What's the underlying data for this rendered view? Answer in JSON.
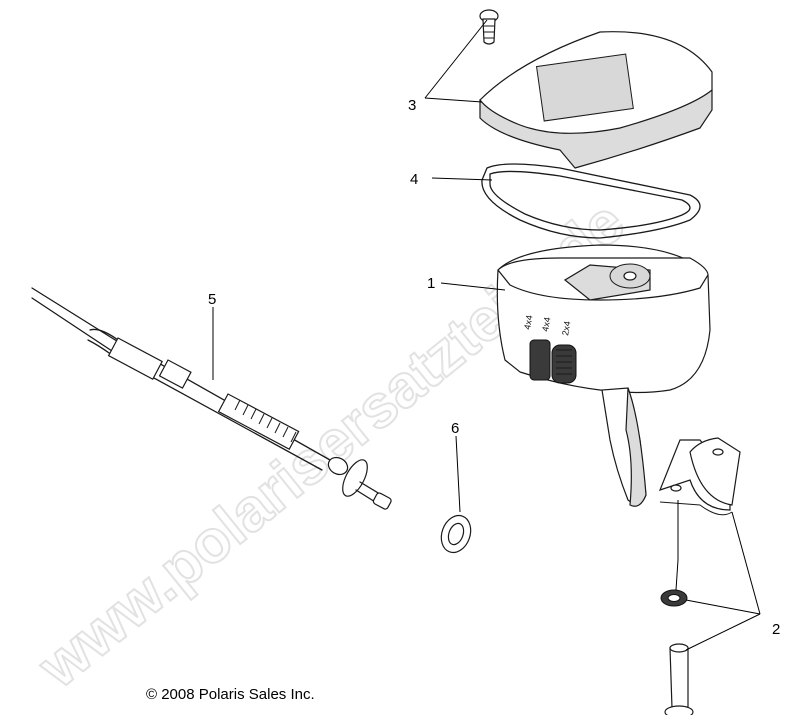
{
  "watermark": "www.polarisersatzteile.de",
  "copyright": "© 2008 Polaris Sales Inc.",
  "callouts": [
    {
      "id": "1",
      "label": "1"
    },
    {
      "id": "2",
      "label": "2"
    },
    {
      "id": "3",
      "label": "3"
    },
    {
      "id": "4",
      "label": "4"
    },
    {
      "id": "5",
      "label": "5"
    },
    {
      "id": "6",
      "label": "6"
    }
  ],
  "switch_markings": {
    "mode_a": "4x4",
    "mode_b": "4x4",
    "mode_c": "2x4"
  }
}
